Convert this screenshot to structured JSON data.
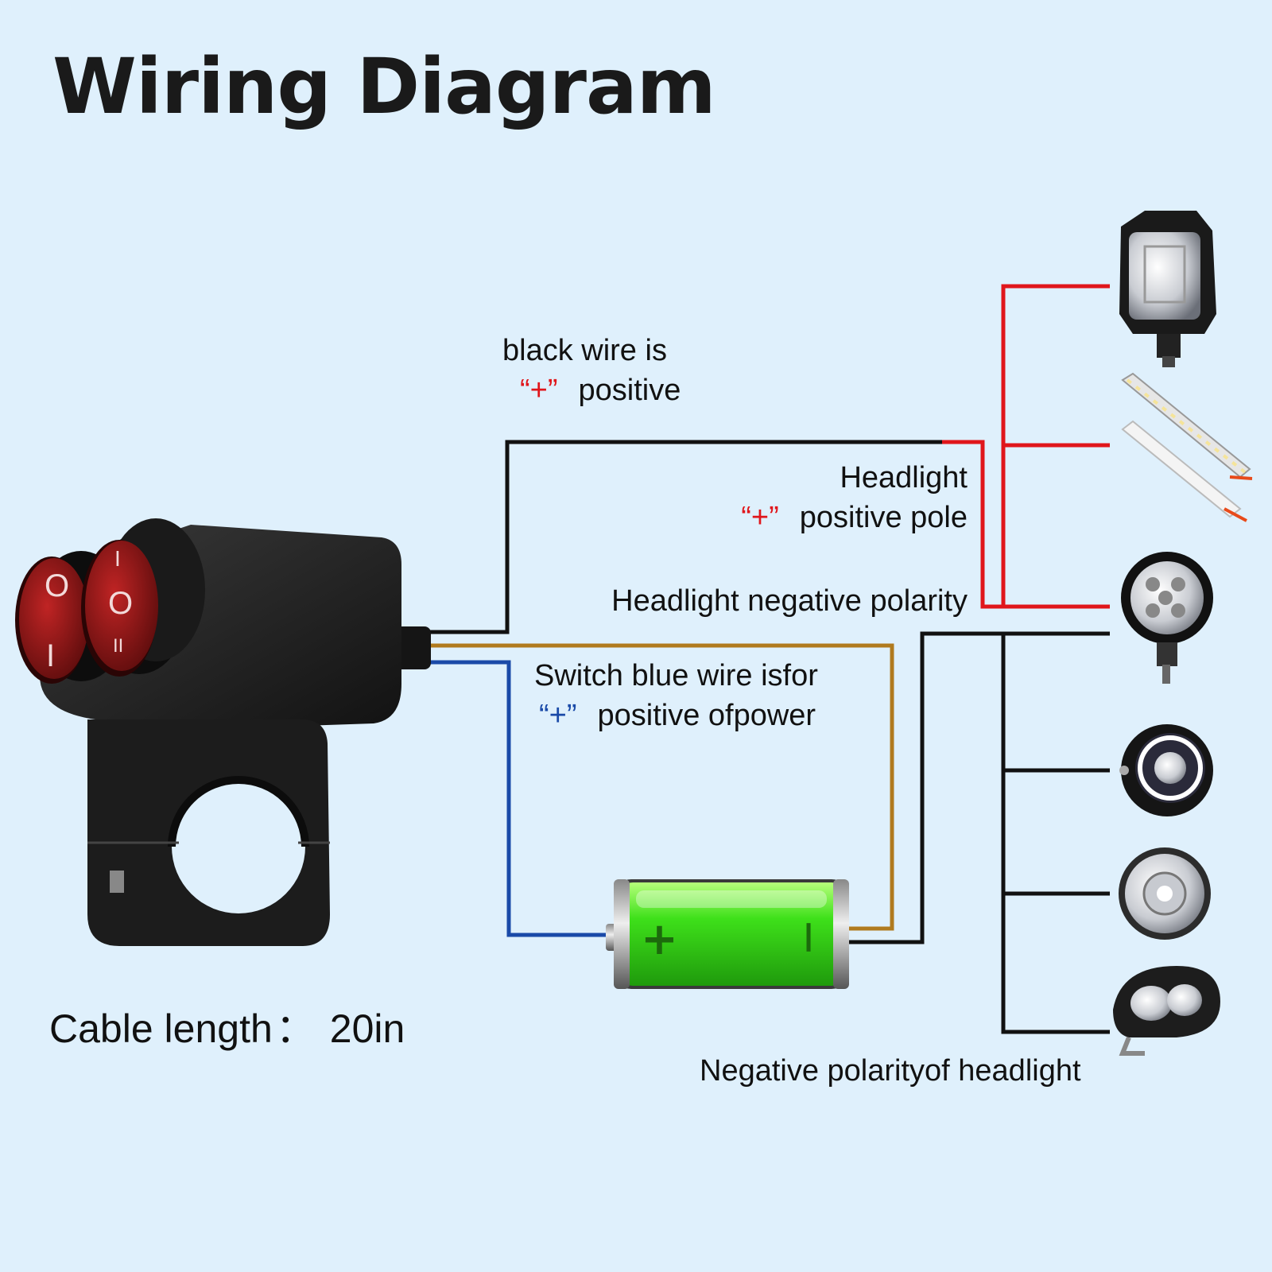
{
  "title": "Wiring Diagram",
  "labels": {
    "black_wire": {
      "line1": "black wire is",
      "symbol": "“+”",
      "line2": "positive"
    },
    "headlight_positive": {
      "line1": "Headlight",
      "symbol": "“+”",
      "line2": "positive pole"
    },
    "headlight_negative": "Headlight negative polarity",
    "switch_blue": {
      "line1": "Switch blue wire isfor",
      "symbol": "“+”",
      "line2": "positive ofpower"
    },
    "negative_bottom": "Negative polarityof headlight",
    "cable": {
      "label": "Cable length",
      "separator": "：",
      "value": "20in"
    }
  },
  "battery": {
    "plus": "+",
    "minus": "—"
  },
  "switch": {
    "left_top": "O",
    "left_bottom": "I",
    "right_top": "I",
    "right_mid": "O",
    "right_bottom": "II"
  },
  "colors": {
    "background": "#dff0fc",
    "positive_red": "#e0161b",
    "negative_black": "#111111",
    "power_blue": "#1a4aa8",
    "power_brown": "#b07a1e",
    "battery_green": "#3ee01a",
    "switch_red": "#8a1414"
  },
  "icons": [
    "square-work-light-icon",
    "led-strip-icon",
    "round-led-light-icon",
    "halo-headlight-icon",
    "round-fog-light-icon",
    "oval-spot-light-icon"
  ]
}
